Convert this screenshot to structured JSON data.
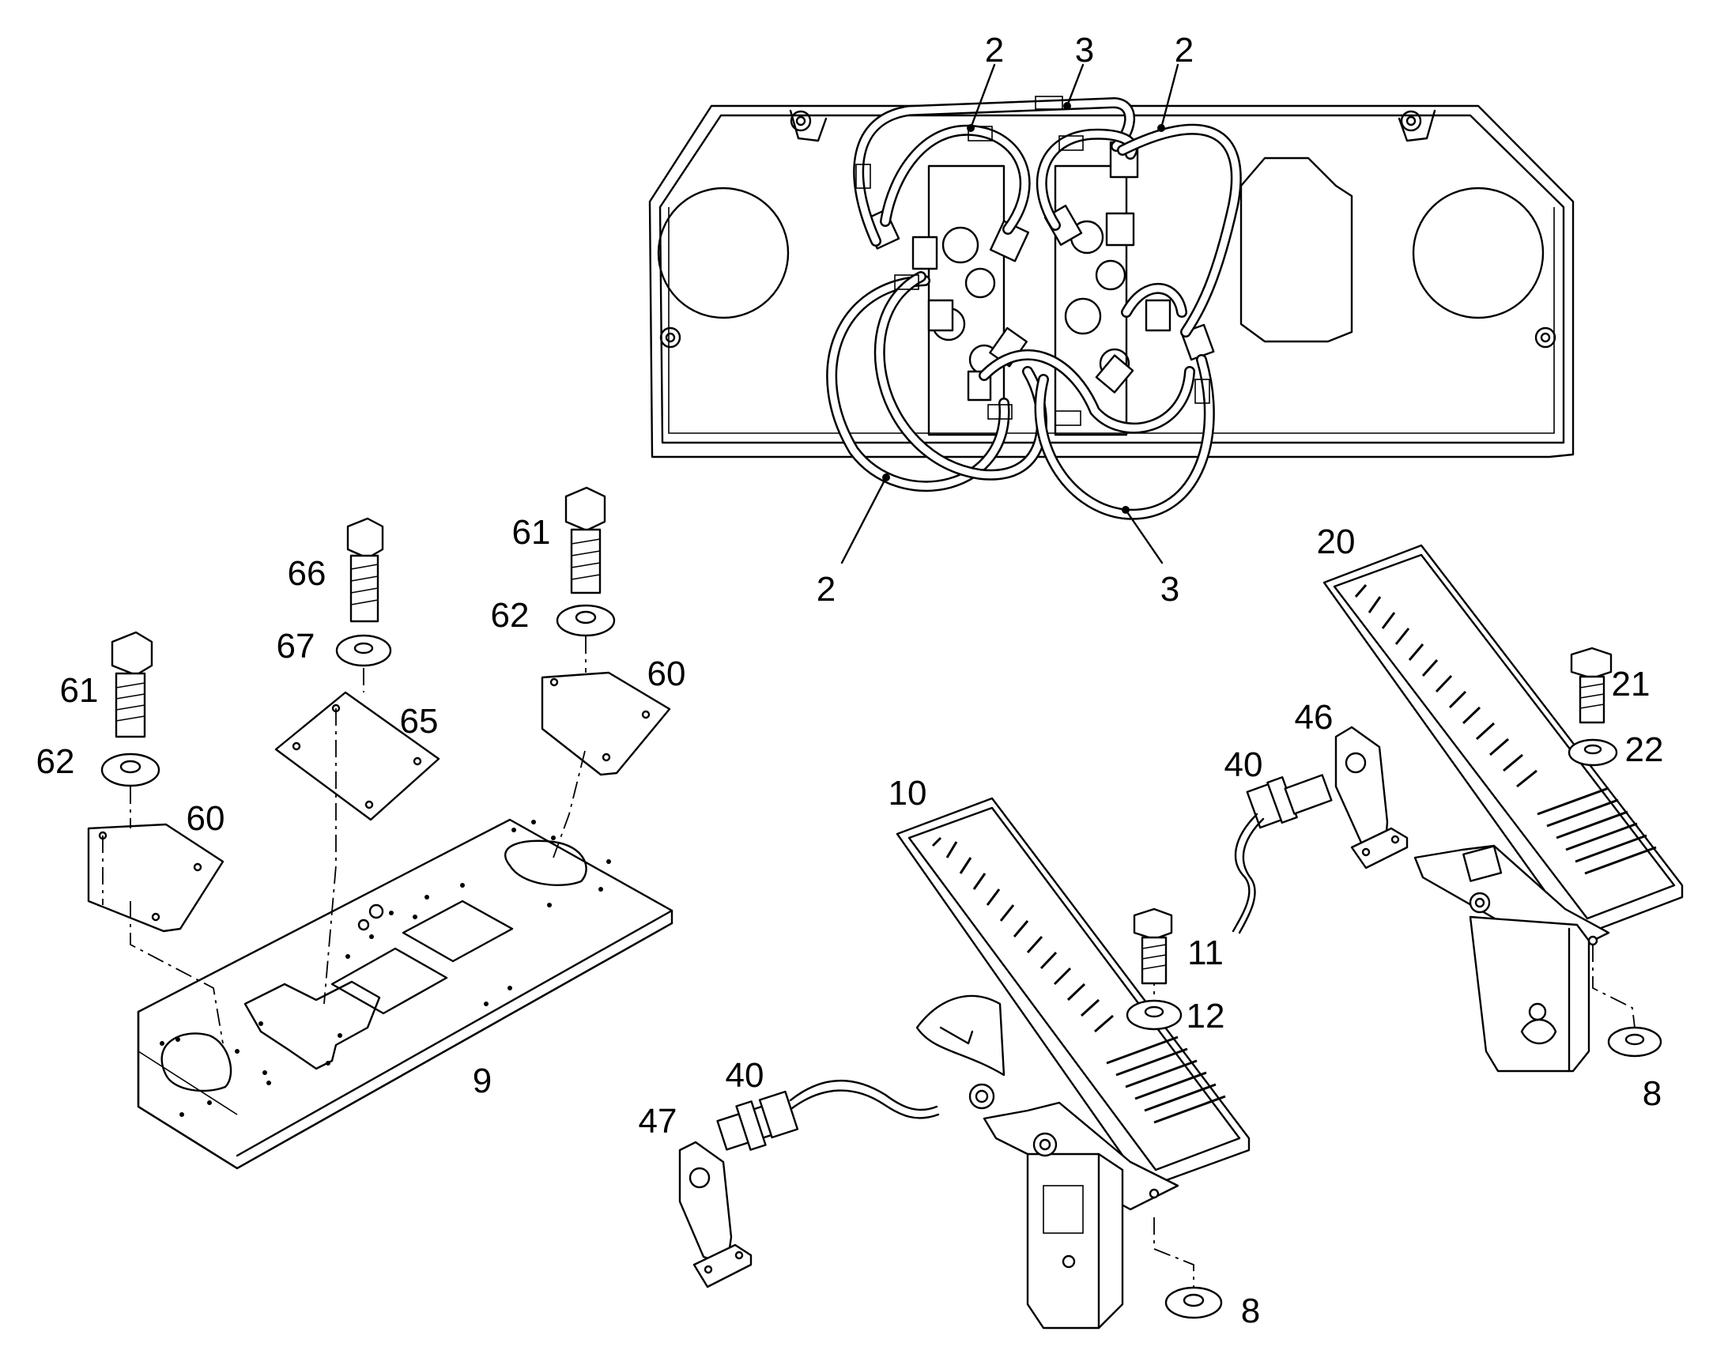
{
  "callouts": [
    {
      "id": "c-2-top-left",
      "label": "2"
    },
    {
      "id": "c-3-top",
      "label": "3"
    },
    {
      "id": "c-2-top-right",
      "label": "2"
    },
    {
      "id": "c-2-bottom",
      "label": "2"
    },
    {
      "id": "c-3-bottom",
      "label": "3"
    },
    {
      "id": "c-20",
      "label": "20"
    },
    {
      "id": "c-61-right",
      "label": "61"
    },
    {
      "id": "c-66",
      "label": "66"
    },
    {
      "id": "c-62-right",
      "label": "62"
    },
    {
      "id": "c-67",
      "label": "67"
    },
    {
      "id": "c-60-right",
      "label": "60"
    },
    {
      "id": "c-61-left",
      "label": "61"
    },
    {
      "id": "c-65",
      "label": "65"
    },
    {
      "id": "c-62-left",
      "label": "62"
    },
    {
      "id": "c-60-left",
      "label": "60"
    },
    {
      "id": "c-9",
      "label": "9"
    },
    {
      "id": "c-46",
      "label": "46"
    },
    {
      "id": "c-21",
      "label": "21"
    },
    {
      "id": "c-40-right",
      "label": "40"
    },
    {
      "id": "c-22",
      "label": "22"
    },
    {
      "id": "c-10",
      "label": "10"
    },
    {
      "id": "c-11",
      "label": "11"
    },
    {
      "id": "c-12",
      "label": "12"
    },
    {
      "id": "c-40-left",
      "label": "40"
    },
    {
      "id": "c-47",
      "label": "47"
    },
    {
      "id": "c-8-right",
      "label": "8"
    },
    {
      "id": "c-8-bottom",
      "label": "8"
    }
  ]
}
